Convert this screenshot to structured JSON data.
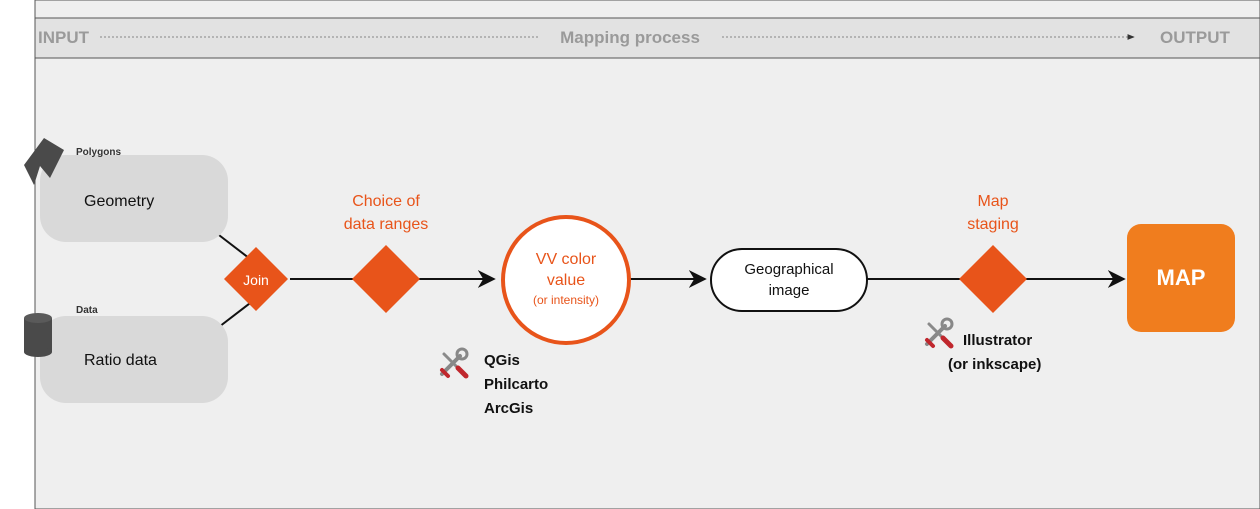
{
  "header": {
    "input_label": "INPUT",
    "process_label": "Mapping process",
    "output_label": "OUTPUT"
  },
  "inputs": {
    "geometry": {
      "tag": "Polygons",
      "label": "Geometry",
      "icon": "polygon-icon"
    },
    "data": {
      "tag": "Data",
      "label": "Ratio data",
      "icon": "database-icon"
    }
  },
  "steps": {
    "join": "Join",
    "choice_line1": "Choice of",
    "choice_line2": "data ranges",
    "vv_line1": "VV color",
    "vv_line2": "value",
    "vv_line3": "(or intensity)",
    "geo_line1": "Geographical",
    "geo_line2": "image",
    "staging_line1": "Map",
    "staging_line2": "staging",
    "map": "MAP"
  },
  "tools": {
    "mapping_tools": [
      "QGis",
      "Philcarto",
      "ArcGis"
    ],
    "staging_line1": "Illustrator",
    "staging_line2": "(or inkscape)",
    "icon": "tools-icon"
  },
  "colors": {
    "accent": "#E8541A",
    "map_box": "#F07D1E",
    "input_box": "#D9D9D9",
    "frame_bg": "#EFEFEF",
    "header_bg": "#E2E2E2",
    "header_text": "#9A9A9A"
  }
}
